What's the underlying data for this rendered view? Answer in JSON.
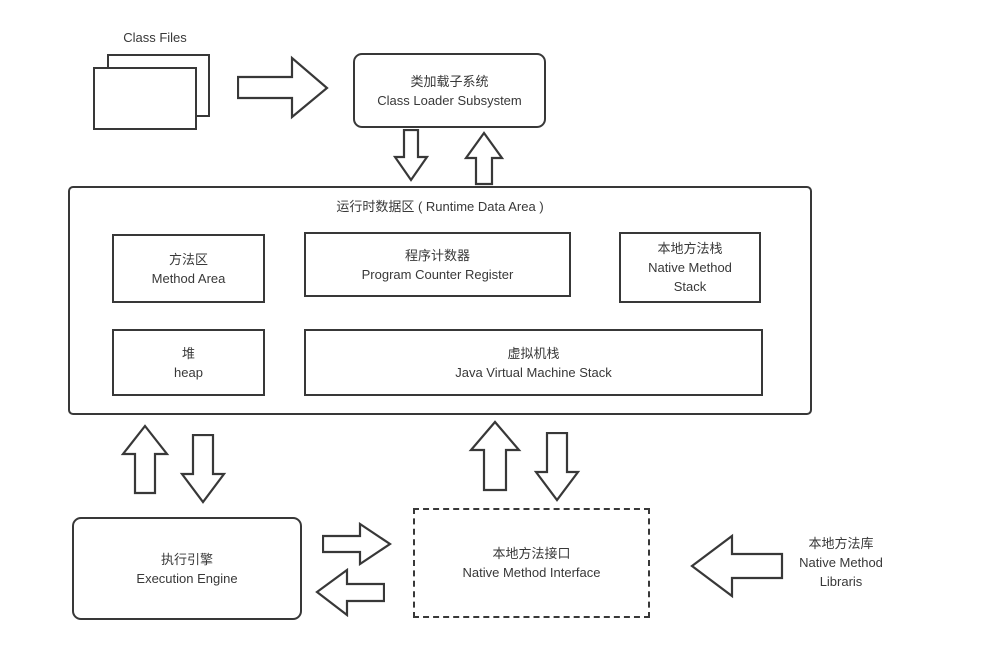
{
  "diagram": {
    "class_files": {
      "label": "Class Files"
    },
    "class_loader": {
      "zh": "类加载子系统",
      "en": "Class Loader Subsystem"
    },
    "runtime_data_area": {
      "title": "运行时数据区 ( Runtime Data Area )"
    },
    "method_area": {
      "zh": "方法区",
      "en": "Method Area"
    },
    "program_counter": {
      "zh": "程序计数器",
      "en": "Program Counter Register"
    },
    "native_method_stack": {
      "zh": "本地方法栈",
      "en_line1": "Native Method",
      "en_line2": "Stack"
    },
    "heap": {
      "zh": "堆",
      "en": "heap"
    },
    "jvm_stack": {
      "zh": "虚拟机栈",
      "en": "Java Virtual Machine Stack"
    },
    "execution_engine": {
      "zh": "执行引擎",
      "en": "Execution Engine"
    },
    "native_method_interface": {
      "zh": "本地方法接口",
      "en": "Native Method Interface"
    },
    "native_method_library": {
      "zh": "本地方法库",
      "en_line1": "Native Method",
      "en_line2": "Libraris"
    }
  },
  "colors": {
    "line": "#383838",
    "background": "#ffffff"
  }
}
